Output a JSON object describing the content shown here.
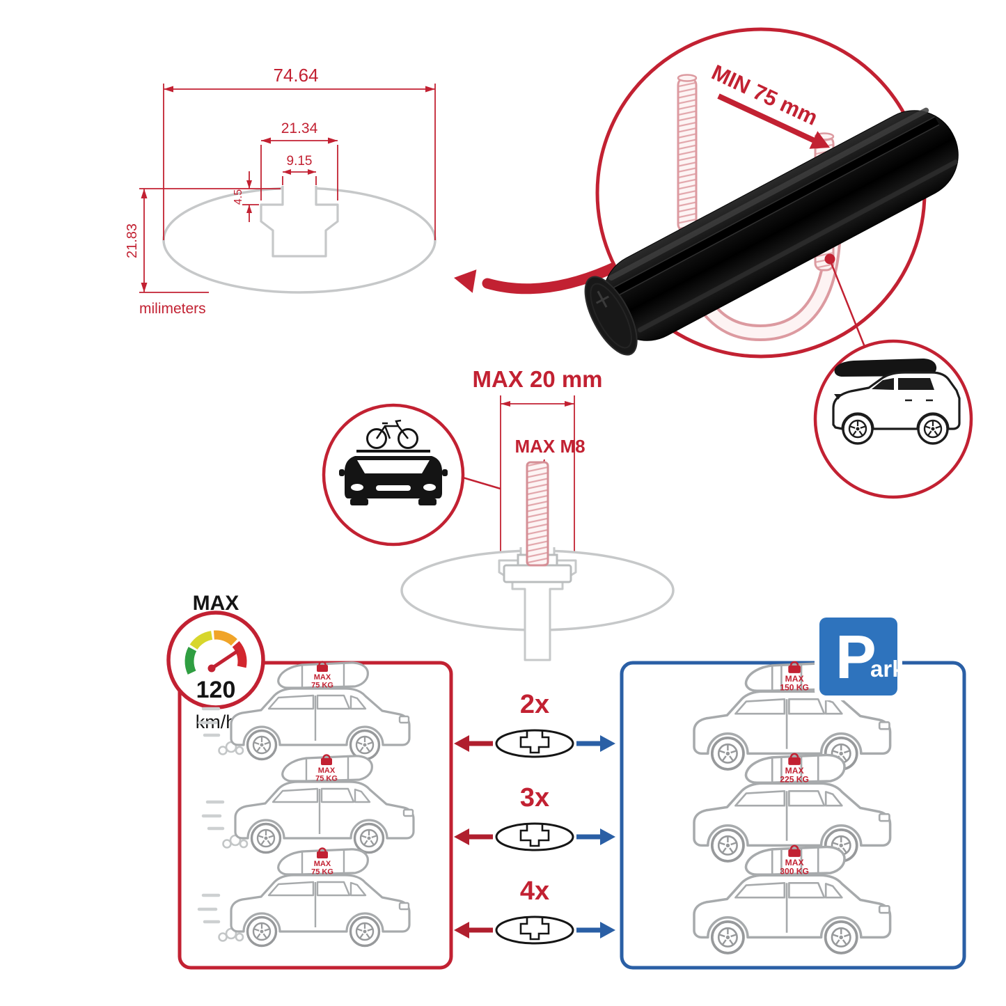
{
  "colors": {
    "accent_red": "#c22132",
    "accent_blue": "#2a5fa5",
    "sign_blue": "#2e73bd",
    "bar_black": "#0d0d0d",
    "outline_gray": "#a7aaac"
  },
  "dims": {
    "total_width": "74.64",
    "slot_outer_width": "21.34",
    "slot_inner_width": "9.15",
    "lip_depth": "4.5",
    "total_height": "21.83",
    "unit": "milimeters"
  },
  "labels": {
    "min_clamp": "MIN 75 mm",
    "max_bolt_length": "MAX 20 mm",
    "max_thread": "MAX M8"
  },
  "gauge": {
    "label": "MAX",
    "value": "120",
    "unit": "km/h"
  },
  "multipliers": [
    "2x",
    "3x",
    "4x"
  ],
  "driving_panel": {
    "cars": [
      {
        "max": "MAX",
        "load": "75 KG"
      },
      {
        "max": "MAX",
        "load": "75 KG"
      },
      {
        "max": "MAX",
        "load": "75 KG"
      }
    ]
  },
  "parking_panel": {
    "sign_p": "P",
    "sign_ark": "ark",
    "cars": [
      {
        "max": "MAX",
        "load": "150 KG"
      },
      {
        "max": "MAX",
        "load": "225 KG"
      },
      {
        "max": "MAX",
        "load": "300 KG"
      }
    ]
  },
  "icons": {
    "speed_gauge": "speedometer-icon",
    "park_sign": "parking-sign-icon",
    "bike_car": "car-with-bike-icon",
    "roofbox_car": "car-with-roofbox-icon",
    "roof_load": "roof-load-icon",
    "crossbar_profile": "crossbar-profile-icon"
  }
}
